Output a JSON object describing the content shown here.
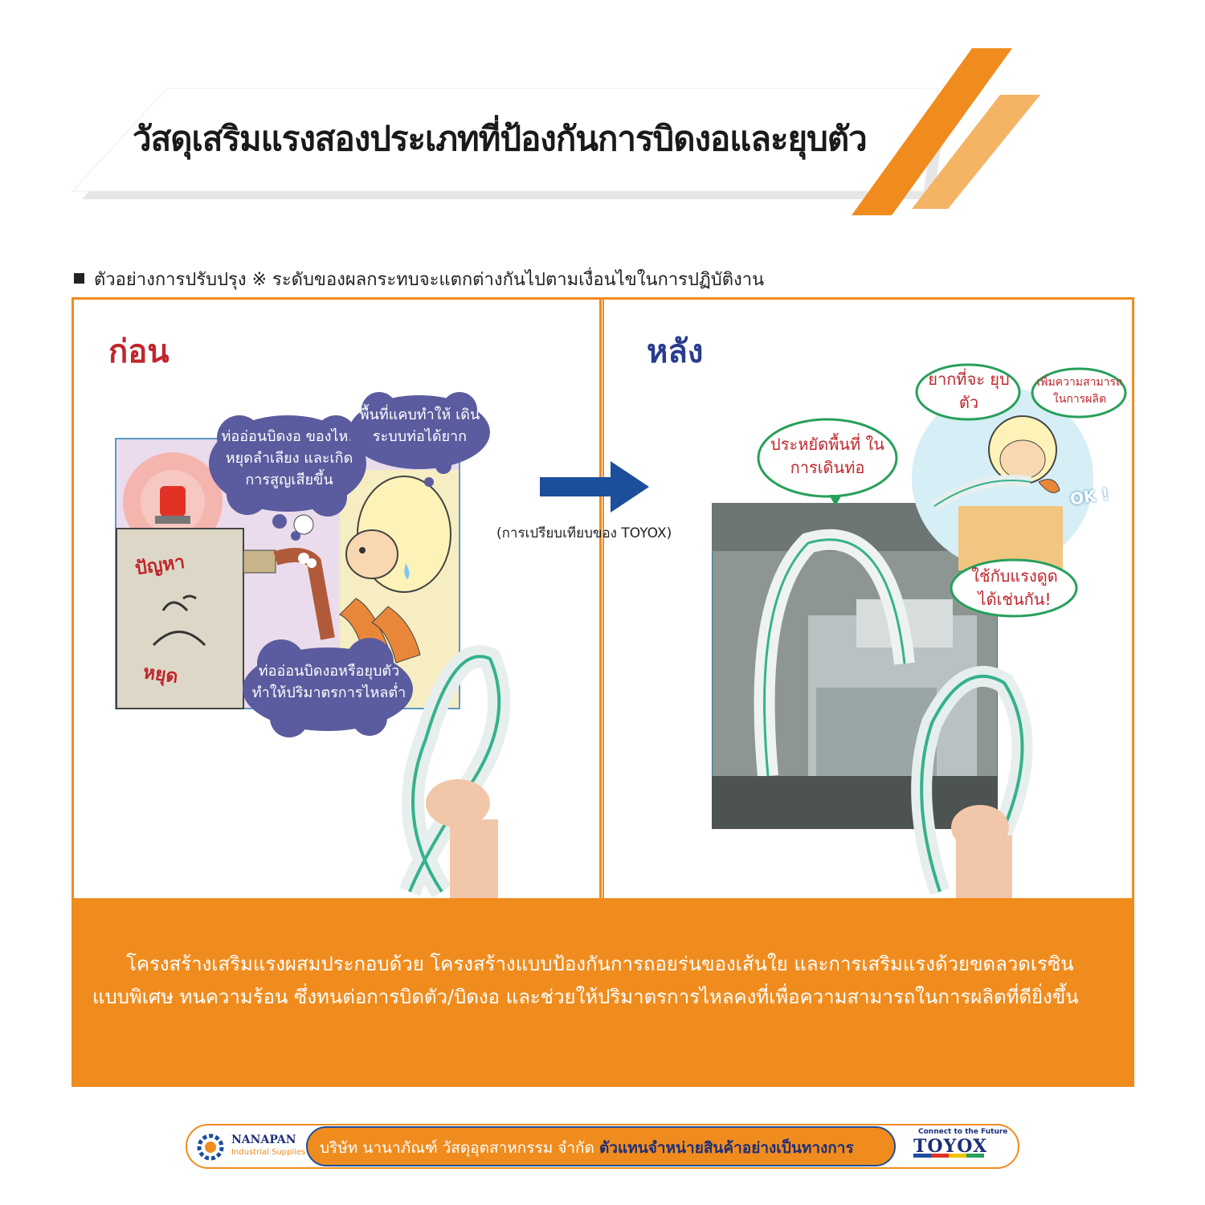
{
  "title": "วัสดุเสริมแรงสองประเภทที่ป้องกันการบิดงอและยุบตัว",
  "subtitle": "ตัวอย่างการปรับปรุง ※ ระดับของผลกระทบจะแตกต่างกันไปตามเงื่อนไขในการปฏิบัติงาน",
  "before": {
    "label": "ก่อน",
    "bubbles": [
      "ท่ออ่อนบิดงอ ของไหลหยุดลำเลียง และเกิดการสูญเสียขึ้น",
      "พื้นที่แคบทำให้ เดินระบบท่อได้ยาก",
      "ท่ออ่อนบิดงอหรือยุบตัว ทำให้ปริมาตรการไหลต่ำ"
    ],
    "machine_text": [
      "ปัญหา",
      "หยุด"
    ]
  },
  "after": {
    "label": "หลัง",
    "bubbles": [
      "ประหยัดพื้นที่ ในการเดินท่อ",
      "ยากที่จะ ยุบตัว",
      "เพิ่มความสามารถ ในการผลิต",
      "ใช้กับแรงดูด ได้เช่นกัน!"
    ],
    "ok_text": "OK !"
  },
  "comparison_caption": "(การเปรียบเทียบของ TOYOX)",
  "description": "โครงสร้างเสริมแรงผสมประกอบด้วย โครงสร้างแบบป้องกันการถอยร่นของเส้นใย และการเสริมแรงด้วยขดลวดเรซินแบบพิเศษ ทนความร้อน ซึ่งทนต่อการบิดตัว/บิดงอ และช่วยให้ปริมาตรการไหลคงที่เพื่อความสามารถในการผลิตที่ดียิ่งขึ้น",
  "footer": {
    "brand": "NANAPAN",
    "brand_sub": "Industrial Supplies",
    "company": "บริษัท นานาภัณฑ์ วัสดุอุตสาหกรรม จำกัด",
    "distributor": "ตัวแทนจำหน่ายสินค้าอย่างเป็นทางการ",
    "toyox_tagline": "Connect to the Future",
    "toyox": "TOYOX"
  },
  "colors": {
    "accent": "#f08c1e",
    "before": "#c0262d",
    "after": "#2a3c8f",
    "bubble": "#5b5b9f",
    "green": "#27a05a"
  }
}
